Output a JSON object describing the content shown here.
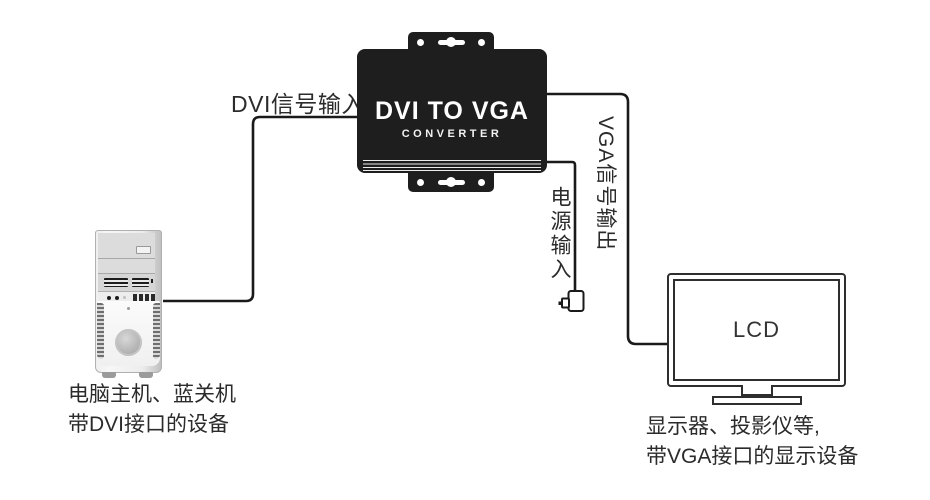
{
  "converter": {
    "title": "DVI TO VGA",
    "subtitle": "CONVERTER"
  },
  "cables": {
    "dvi_label": "DVI信号输入",
    "vga_label": "VGA信号输出",
    "power_label": "电源输入"
  },
  "source_device": {
    "caption_line1": "电脑主机、蓝关机",
    "caption_line2": "带DVI接口的设备"
  },
  "display_device": {
    "screen_label": "LCD",
    "caption_line1": "显示器、投影仪等,",
    "caption_line2": "带VGA接口的显示设备"
  },
  "colors": {
    "device_black": "#1e1e1e",
    "cable": "#1a1a1a",
    "text": "#2b2b2b",
    "background": "#ffffff"
  }
}
